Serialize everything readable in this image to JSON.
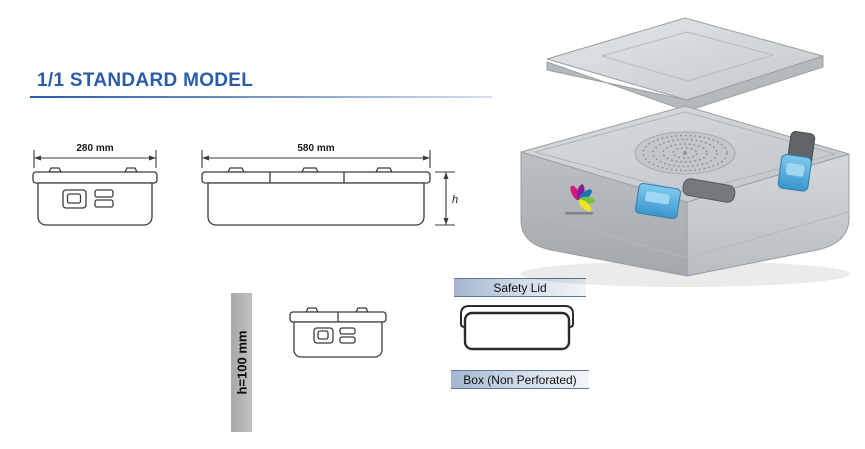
{
  "page": {
    "title": "1/1 STANDARD MODEL"
  },
  "drawings": {
    "front_view": {
      "width_label": "280 mm"
    },
    "side_view": {
      "width_label": "580 mm",
      "height_label": "h"
    },
    "height_bar": {
      "label": "h=100 mm"
    }
  },
  "labels": {
    "safety_lid": "Safety Lid",
    "box": "Box (Non Perforated)"
  },
  "colors": {
    "title_blue": "#2a5caa",
    "label_gradient_start": "#a3b5cf",
    "label_gradient_end": "#f2f5f9",
    "drawing_stroke": "#3c3c3c",
    "height_bar_gray": "#b0b1b3",
    "product_body_gray": "#c9cdd0",
    "latch_blue": "#49a8dc"
  }
}
